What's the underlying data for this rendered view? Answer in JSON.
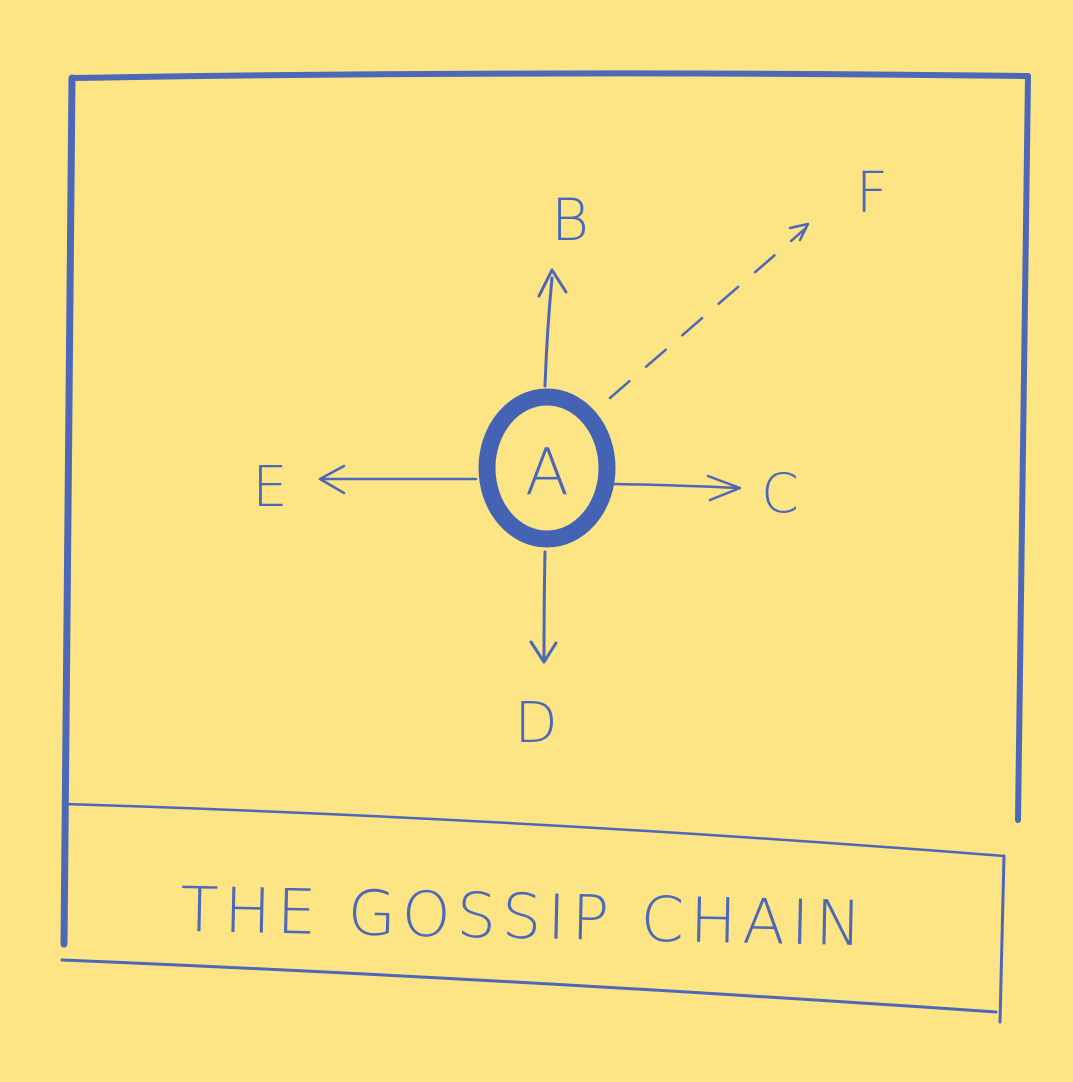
{
  "diagram": {
    "title": "THE GOSSIP CHAIN",
    "center_node": "A",
    "nodes": [
      "B",
      "C",
      "D",
      "E",
      "F"
    ],
    "edges": [
      {
        "from": "A",
        "to": "B",
        "style": "solid"
      },
      {
        "from": "A",
        "to": "C",
        "style": "solid"
      },
      {
        "from": "A",
        "to": "D",
        "style": "solid"
      },
      {
        "from": "A",
        "to": "E",
        "style": "solid"
      },
      {
        "from": "A",
        "to": "F",
        "style": "dashed"
      }
    ]
  },
  "colors": {
    "background": "#fde485",
    "ink": "#4d68b6",
    "frame": "#6b7aa8"
  }
}
